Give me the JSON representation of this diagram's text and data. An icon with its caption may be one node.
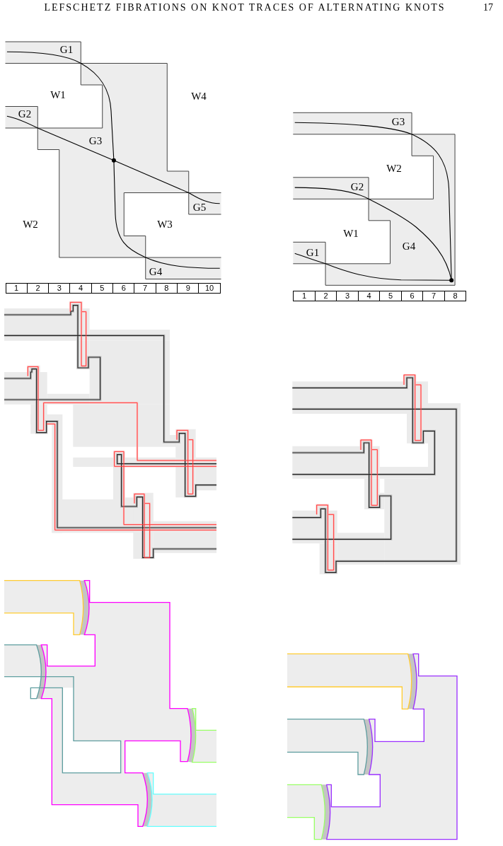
{
  "diagram": {
    "title": "LEFSCHETZ FIBRATIONS ON KNOT TRACES OF ALTERNATING KNOTS",
    "labels": [
      "17",
      "G1",
      "W1",
      "W4",
      "G2",
      "G3",
      "G5",
      "W2",
      "W3",
      "G4",
      "1",
      "2",
      "3",
      "4",
      "5",
      "6",
      "7",
      "8",
      "9",
      "10",
      "G3",
      "W2",
      "G2",
      "W1",
      "G4",
      "G1",
      "1",
      "2",
      "3",
      "4",
      "5",
      "6",
      "7",
      "8"
    ]
  }
}
